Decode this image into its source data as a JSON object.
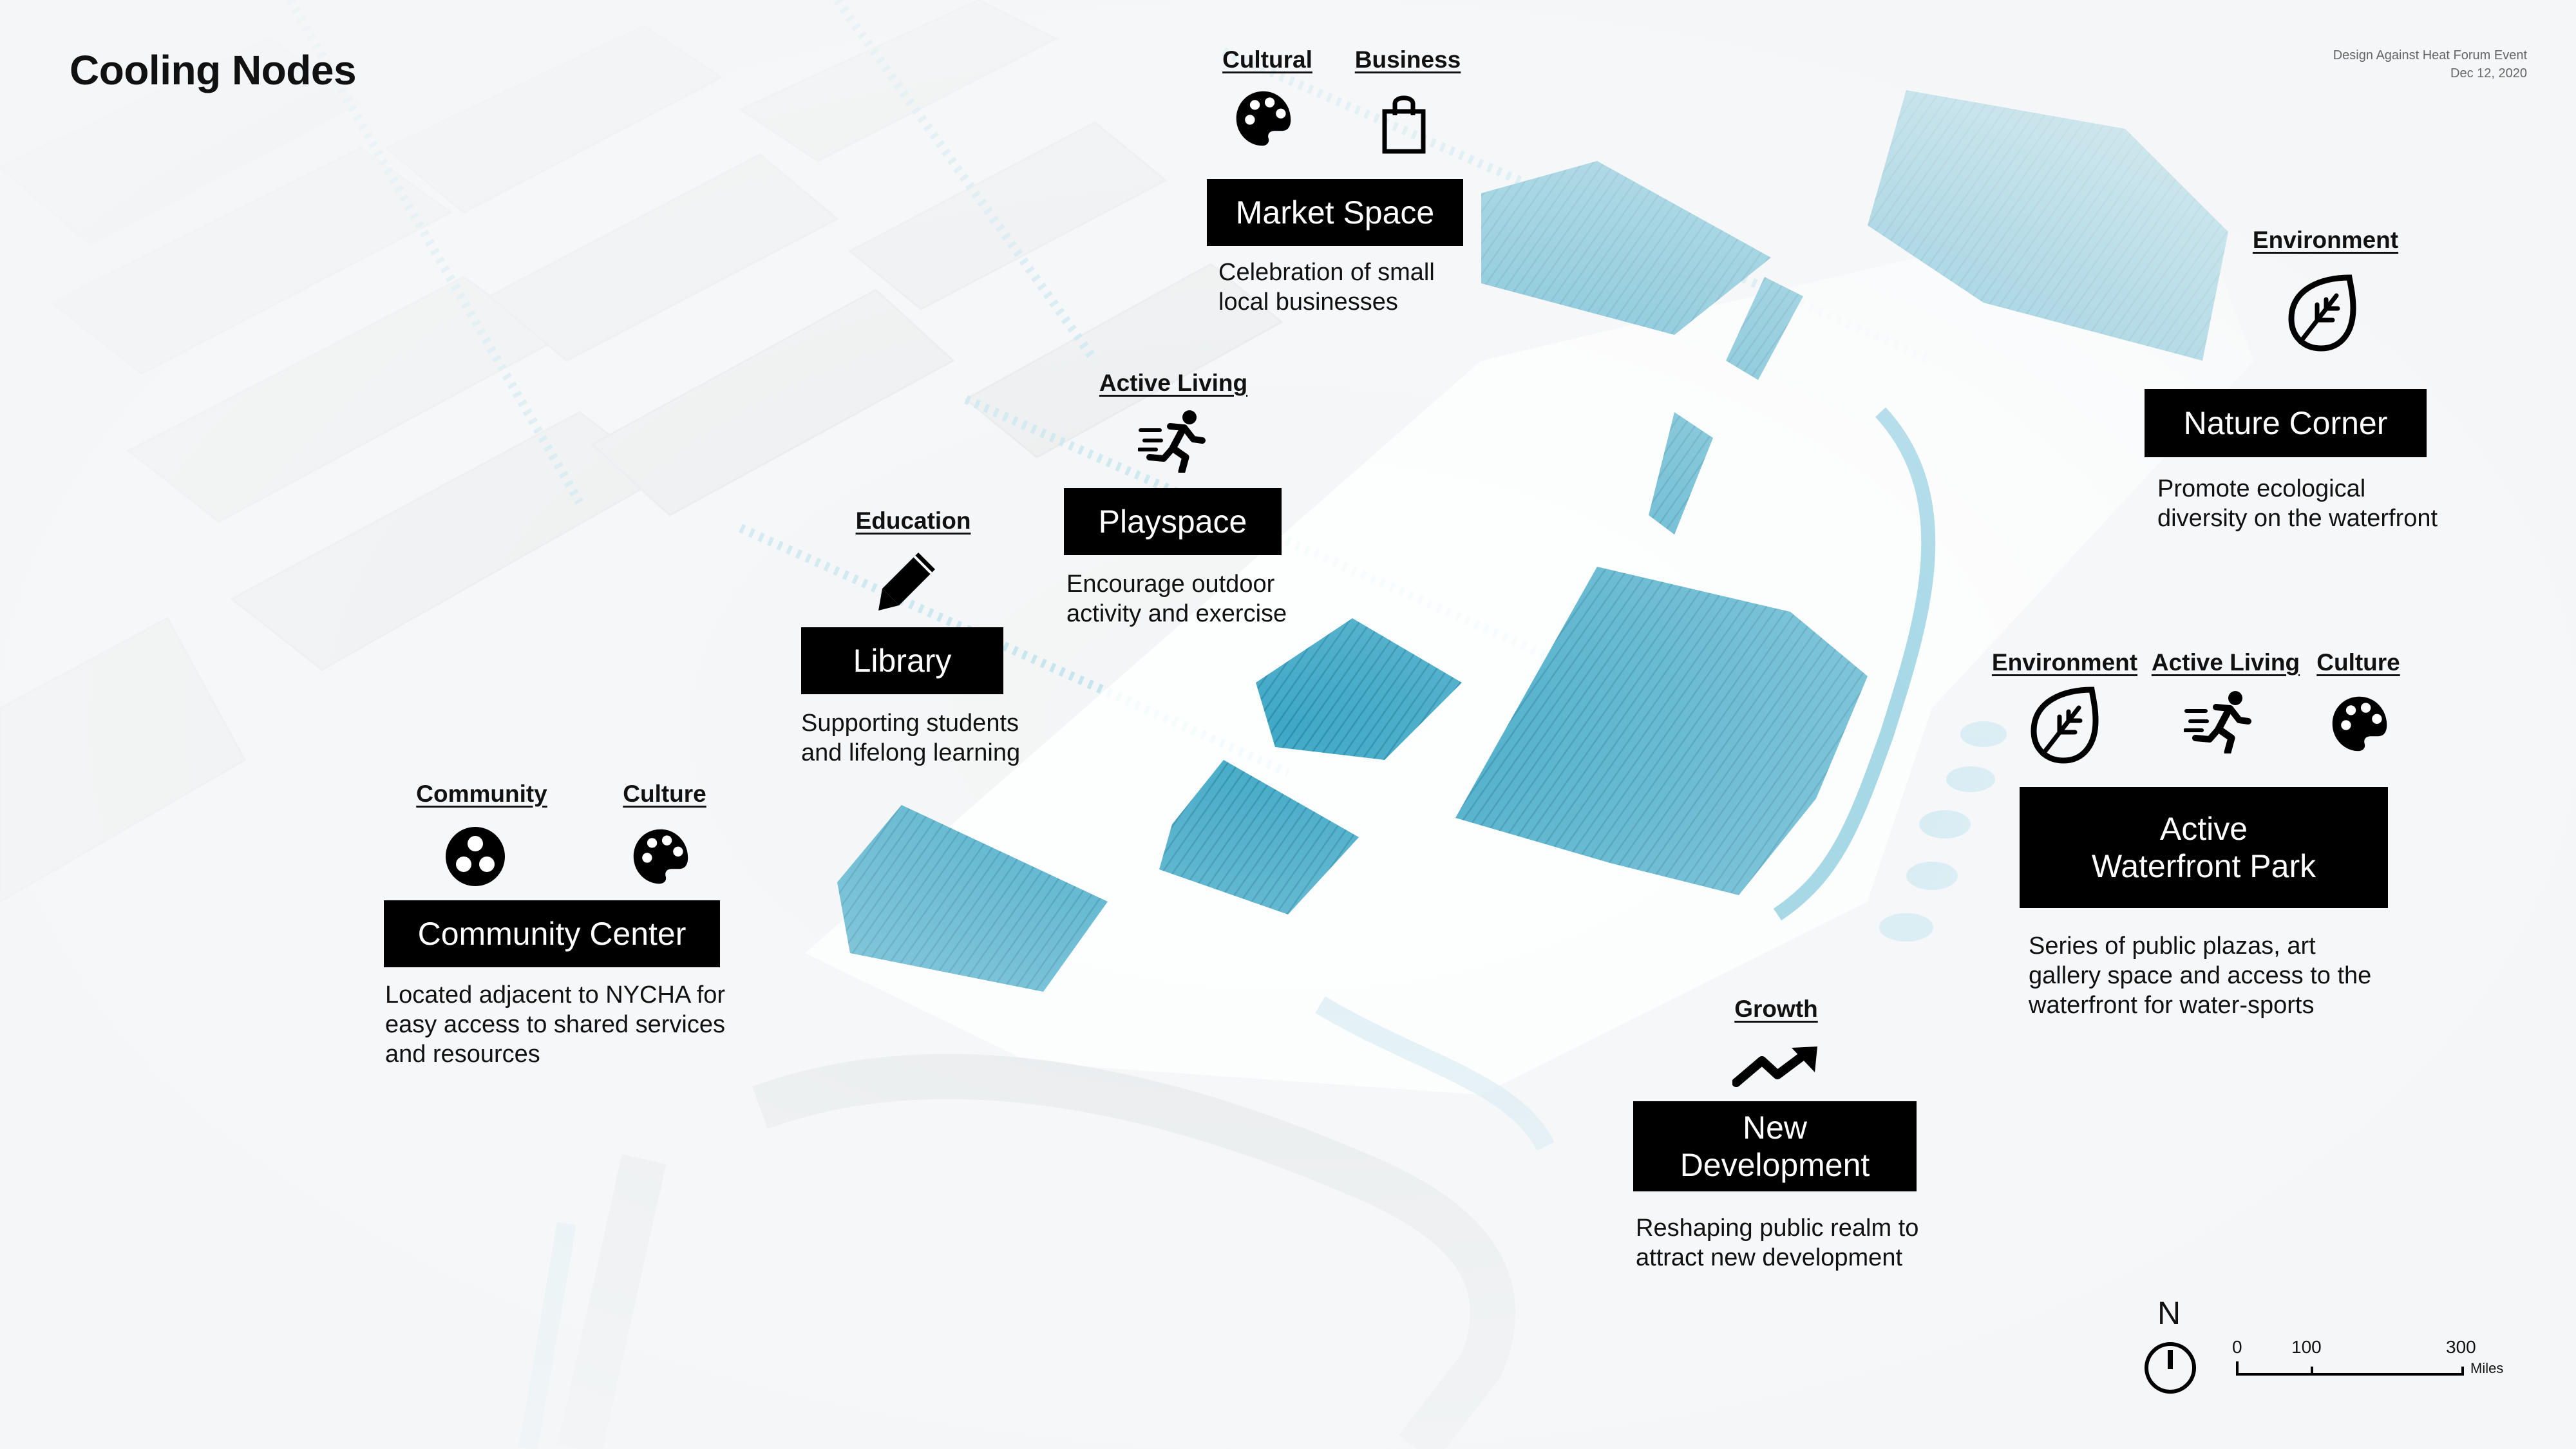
{
  "title": "Cooling Nodes",
  "credit": {
    "line1": "Design Against Heat Forum Event",
    "line2": "Dec 12, 2020"
  },
  "colors": {
    "accent": "#2a9bbd",
    "accent_light": "#a9d9e8",
    "ink": "#000000"
  },
  "nodes": {
    "market": {
      "cat1": "Cultural",
      "cat2": "Business",
      "icon1": "palette-icon",
      "icon2": "shopping-bag-icon",
      "label": "Market Space",
      "desc1": "Celebration of small",
      "desc2": "local businesses"
    },
    "nature": {
      "cat1": "Environment",
      "icon1": "leaf-icon",
      "label": "Nature Corner",
      "desc1": "Promote ecological",
      "desc2": "diversity on the waterfront"
    },
    "play": {
      "cat1": "Active Living",
      "icon1": "runner-icon",
      "label": "Playspace",
      "desc1": "Encourage outdoor",
      "desc2": "activity and exercise"
    },
    "library": {
      "cat1": "Education",
      "icon1": "pencil-icon",
      "label": "Library",
      "desc1": "Supporting students",
      "desc2": "and lifelong learning"
    },
    "community": {
      "cat1": "Community",
      "cat2": "Culture",
      "icon1": "community-icon",
      "icon2": "palette-icon",
      "label": "Community Center",
      "desc1": "Located adjacent to NYCHA for",
      "desc2": "easy access to shared services",
      "desc3": "and resources"
    },
    "waterfront": {
      "cat1": "Environment",
      "cat2": "Active Living",
      "cat3": "Culture",
      "icon1": "leaf-icon",
      "icon2": "runner-icon",
      "icon3": "palette-icon",
      "label1": "Active",
      "label2": "Waterfront Park",
      "desc1": "Series of public plazas, art",
      "desc2": "gallery space and access to the",
      "desc3": "waterfront for water-sports"
    },
    "development": {
      "cat1": "Growth",
      "icon1": "trending-up-icon",
      "label1": "New",
      "label2": "Development",
      "desc1": "Reshaping public realm to",
      "desc2": "attract new development"
    }
  },
  "north": {
    "label": "N",
    "icon": "north-arrow-icon"
  },
  "scale": {
    "t0": "0",
    "t1": "100",
    "t2": "300",
    "unit": "Miles"
  }
}
